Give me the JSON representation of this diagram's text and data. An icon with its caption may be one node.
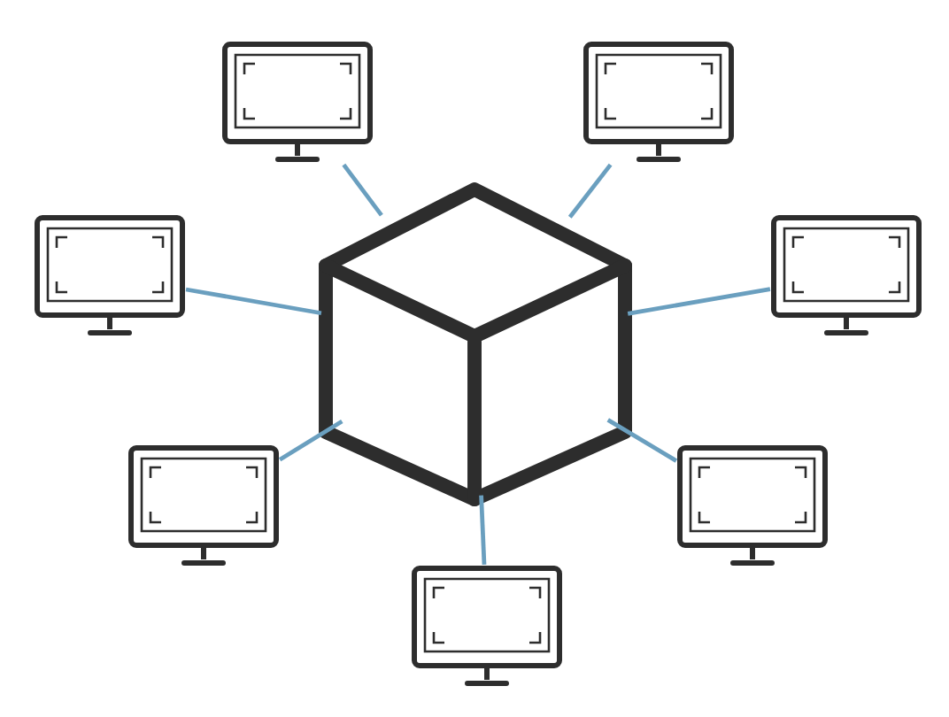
{
  "diagram": {
    "nodes": [
      {
        "text": [],
        "shape": "cube"
      },
      {
        "text": [],
        "shape": "monitor"
      },
      {
        "text": [],
        "shape": "monitor"
      },
      {
        "text": [],
        "shape": "monitor"
      },
      {
        "text": [],
        "shape": "monitor"
      },
      {
        "text": [],
        "shape": "monitor"
      },
      {
        "text": [],
        "shape": "monitor"
      },
      {
        "text": [],
        "shape": "monitor"
      }
    ],
    "edges": [
      {
        "from": 0,
        "to": 1,
        "arrow": "none"
      },
      {
        "from": 0,
        "to": 2,
        "arrow": "none"
      },
      {
        "from": 0,
        "to": 3,
        "arrow": "none"
      },
      {
        "from": 0,
        "to": 4,
        "arrow": "none"
      },
      {
        "from": 0,
        "to": 5,
        "arrow": "none"
      },
      {
        "from": 0,
        "to": 6,
        "arrow": "none"
      },
      {
        "from": 0,
        "to": 7,
        "arrow": "none"
      }
    ]
  }
}
